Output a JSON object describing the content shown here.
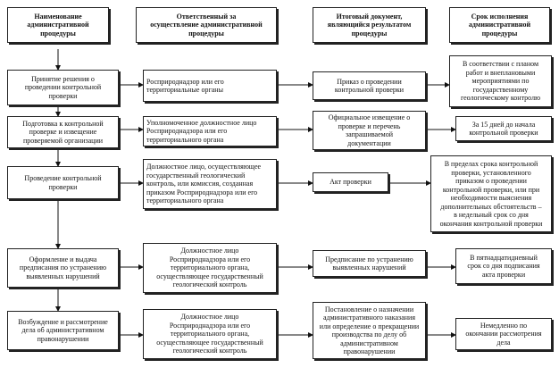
{
  "headers": {
    "col1": "Наименование\nадминистративной\nпроцедуры",
    "col2": "Ответственный за\nосуществление административной\nпроцедуры",
    "col3": "Итоговый документ,\nявляющийся результатом\nпроцедуры",
    "col4": "Срок исполнения\nадминистративной\nпроцедуры"
  },
  "rows": [
    {
      "procedure": "Принятие решения о\nпроведении контрольной\nпроверки",
      "responsible": "Росприроднадзор или его\nтерриториальные органы",
      "document": "Приказ о проведении\nконтрольной проверки",
      "deadline": "В соответствии с планом\nработ и внеплановыми\nмероприятиями по\nгосударственному\nгеологическому контролю"
    },
    {
      "procedure": "Подготовка к контрольной\nпроверке и извещение\nпроверяемой организации",
      "responsible": "Уполномоченное должностное лицо\nРосприроднадзора или его\nтерриториального органа",
      "document": "Официальное извещение о\nпроверке и перечень\nзапрашиваемой\nдокументации",
      "deadline": "За 15 дней до начала\nконтрольной проверки"
    },
    {
      "procedure": "Проведение контрольной\nпроверки",
      "responsible": "Должностное лицо, осуществляющее\nгосударственный геологический\nконтроль, или комиссия, созданная\nприказом Росприроднадзора или его\nтерриториального органа",
      "document": "Акт проверки",
      "deadline": "В пределах срока контрольной\nпроверки, установленного\nприказом о проведении\nконтрольной проверки, или при\nнеобходимости выяснения\nдополнительных обстоятельств –\nв недельный срок со дня\nокончания контрольной проверки"
    },
    {
      "procedure": "Оформление и выдача\nпредписания по устранению\nвыявленных нарушений",
      "responsible": "Должностное лицо\nРосприроднадзора или его\nтерриториального органа,\nосуществляющее государственный\nгеологический контроль",
      "document": "Предписание по устранению\nвыявленных нарушений",
      "deadline": "В пятнадцатидневный\nсрок со дня подписания\nакта проверки"
    },
    {
      "procedure": "Возбуждение и рассмотрение\nдела об административном\nправонарушении",
      "responsible": "Должностное лицо\nРосприроднадзора или его\nтерриториального органа,\nосуществляющее государственный\nгеологический контроль",
      "document": "Постановление о назначении\nадминистративного наказания\nили определение о прекращении\nпроизводства по делу об\nадминистративном\nправонарушении",
      "deadline": "Немедленно по\nокончании рассмотрения\nдела"
    }
  ]
}
